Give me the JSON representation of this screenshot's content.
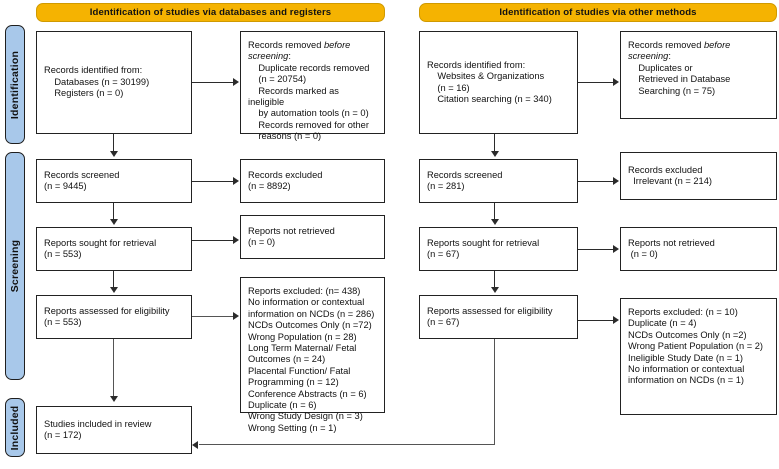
{
  "diagram": {
    "title": "PRISMA 2020 flow diagram",
    "colors": {
      "header_fill": "#f5b301",
      "stage_fill": "#a8c8ea",
      "box_border": "#222222",
      "background": "#ffffff"
    }
  },
  "stages": [
    {
      "id": "identification",
      "label": "Identification"
    },
    {
      "id": "screening",
      "label": "Screening"
    },
    {
      "id": "included",
      "label": "Included"
    }
  ],
  "columns": [
    {
      "id": "databases",
      "header": "Identification of studies via databases and registers"
    },
    {
      "id": "other",
      "header": "Identification of studies via other methods"
    }
  ],
  "boxes": {
    "left_identified": "Records identified from:\n    Databases (n = 30199)\n    Registers (n = 0)",
    "left_removed": "Records removed before\nscreening:\n    Duplicate records removed\n    (n = 20754)\n    Records marked as ineligible\n    by automation tools (n = 0)\n    Records removed for other\n    reasons (n = 0)",
    "left_screened": "Records screened\n(n = 9445)",
    "left_excluded": "Records excluded\n(n = 8892)",
    "left_sought": "Reports sought for retrieval\n(n = 553)",
    "left_not_retrieved": "Reports not retrieved\n(n = 0)",
    "left_assessed": "Reports assessed for eligibility\n(n = 553)",
    "left_reports_excluded": "Reports excluded: (n= 438)\nNo information or contextual\ninformation on NCDs (n = 286)\nNCDs Outcomes Only (n =72)\nWrong Population (n = 28)\nLong Term Maternal/ Fetal\nOutcomes (n = 24)\nPlacental Function/ Fatal\nProgramming (n = 12)\nConference Abstracts (n = 6)\nDuplicate (n = 6)\nWrong Study Design (n = 3)\nWrong Setting (n = 1)",
    "left_included": "Studies included in review\n(n = 172)",
    "right_identified": "Records identified from:\n    Websites & Organizations\n    (n = 16)\n    Citation searching (n = 340)",
    "right_removed": "Records removed before\nscreening:\n    Duplicates or\n    Retrieved in Database\n    Searching (n = 75)",
    "right_screened": "Records screened\n(n = 281)\n    Irrelevant (n = 214)",
    "right_screened_main": "Records screened\n(n = 281)",
    "right_excluded": "Records excluded\n  Irrelevant (n = 214)",
    "right_sought": "Reports sought for retrieval\n(n = 67)",
    "right_not_retrieved": "Reports not retrieved\n (n = 0)",
    "right_assessed": "Reports assessed for eligibility\n(n = 67)",
    "right_reports_excluded": "Reports excluded: (n = 10)\nDuplicate (n = 4)\nNCDs Outcomes Only (n =2)\nWrong Patient Population (n = 2)\nIneligible Study Date (n = 1)\nNo information or contextual\ninformation on NCDs (n = 1)"
  },
  "italic_fragments": [
    "before",
    "screening"
  ]
}
